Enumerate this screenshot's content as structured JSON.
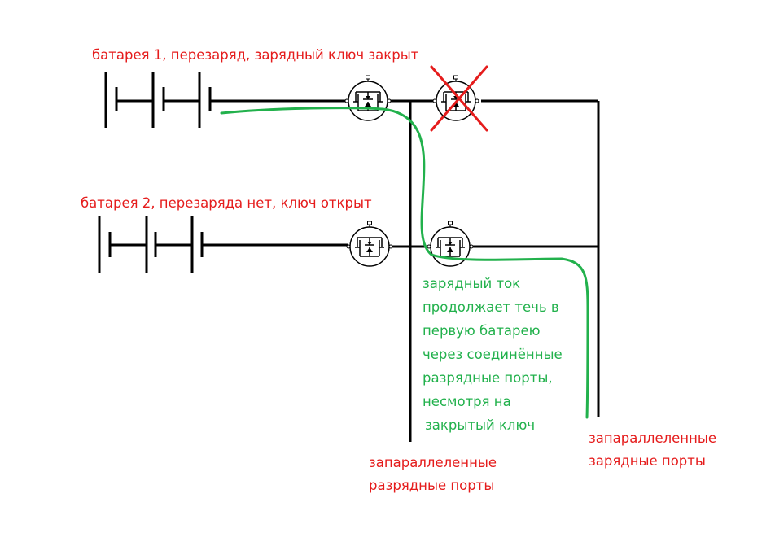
{
  "labels": {
    "battery1": "батарея 1, перезаряд, зарядный ключ закрыт",
    "battery2": "батарея 2, перезаряда нет, ключ открыт",
    "current_note": [
      "зарядный ток",
      "продолжает течь в",
      "первую батарею",
      "через соединённые",
      "разрядные порты,",
      "несмотря на",
      "закрытый ключ"
    ],
    "discharge_ports": [
      "запараллеленные",
      "разрядные порты"
    ],
    "charge_ports": [
      "запараллеленные",
      "зарядные порты"
    ]
  },
  "colors": {
    "wire": "#000000",
    "label_red": "#e51c1c",
    "current_path": "#22b14c",
    "cross_mark": "#e51c1c"
  },
  "icons": {
    "mosfet": "mosfet-icon",
    "battery_cell": "battery-cell-icon",
    "cross": "cross-mark-icon"
  }
}
